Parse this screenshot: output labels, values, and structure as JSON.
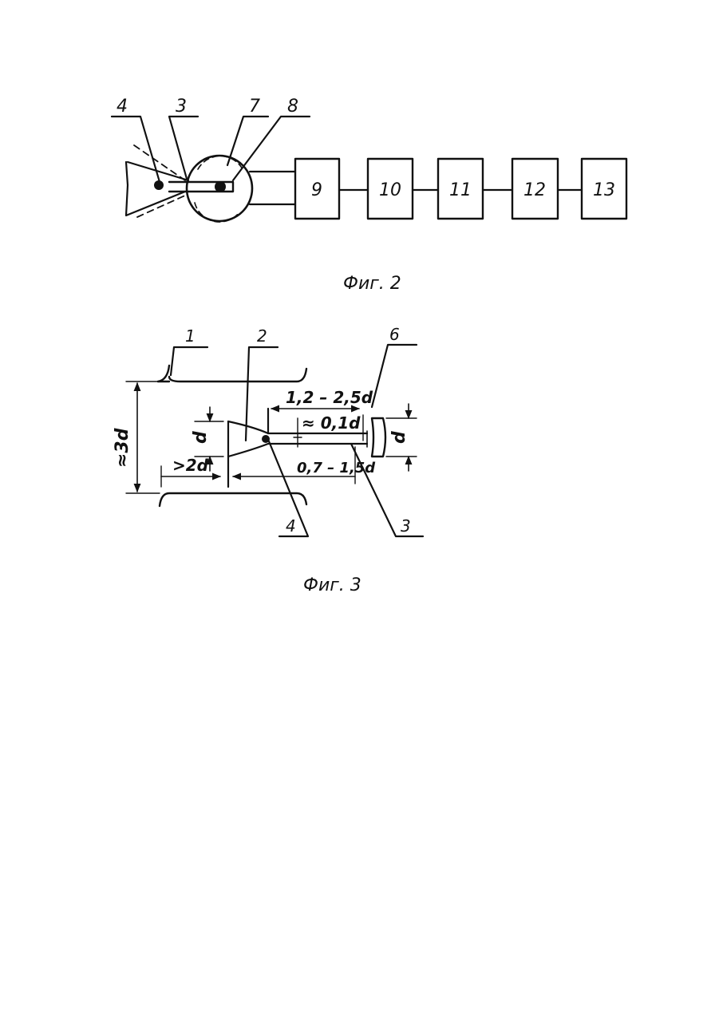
{
  "fig2": {
    "caption": "Фиг. 2",
    "callouts": {
      "c4": "4",
      "c3": "3",
      "c7": "7",
      "c8": "8"
    },
    "blocks": [
      "9",
      "10",
      "11",
      "12",
      "13"
    ]
  },
  "fig3": {
    "caption": "Фиг. 3",
    "callouts": {
      "c1": "1",
      "c2": "2",
      "c6": "6",
      "c4": "4",
      "c3": "3"
    },
    "dims": {
      "outer_height": "≈3d",
      "inlet": "d",
      "tube_length": "1,2 – 2,5d",
      "gap": "≈ 0,1d",
      "nozzle_offset": ">2d",
      "throat_distance": "0,7 – 1,5d",
      "target": "d"
    }
  }
}
